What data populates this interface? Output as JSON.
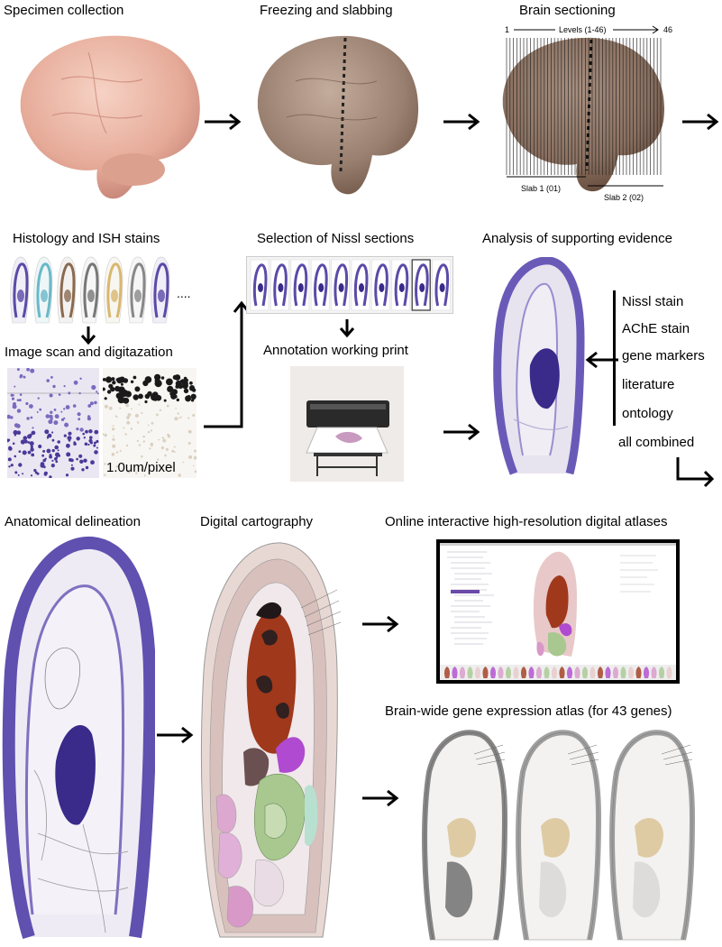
{
  "row1": {
    "step1": "Specimen collection",
    "step2": "Freezing and slabbing",
    "step3": "Brain sectioning",
    "levels_start": "1",
    "levels_label": "Levels (1-46)",
    "levels_end": "46",
    "slab1": "Slab 1 (01)",
    "slab2": "Slab 2 (02)"
  },
  "row2": {
    "histology": "Histology and ISH stains",
    "dots": "....",
    "scan": "Image scan and digitazation",
    "resolution": "1.0um/pixel",
    "selection": "Selection of Nissl sections",
    "print": "Annotation working print",
    "analysis": "Analysis of supporting evidence",
    "evidence": [
      "Nissl stain",
      "AChE stain",
      "gene markers",
      "literature",
      "ontology",
      "all combined"
    ]
  },
  "row3": {
    "delineation": "Anatomical delineation",
    "cartography": "Digital cartography",
    "online": "Online interactive high-resolution digital atlases",
    "gene_atlas": "Brain-wide gene expression atlas (for 43 genes)"
  },
  "colors": {
    "nissl": "#5b4aa8",
    "brain_pink": "#e8b4a4",
    "frozen": "#9a8070",
    "carto_red": "#a0381c",
    "carto_purple": "#b04ad0",
    "carto_green": "#a8c890"
  }
}
